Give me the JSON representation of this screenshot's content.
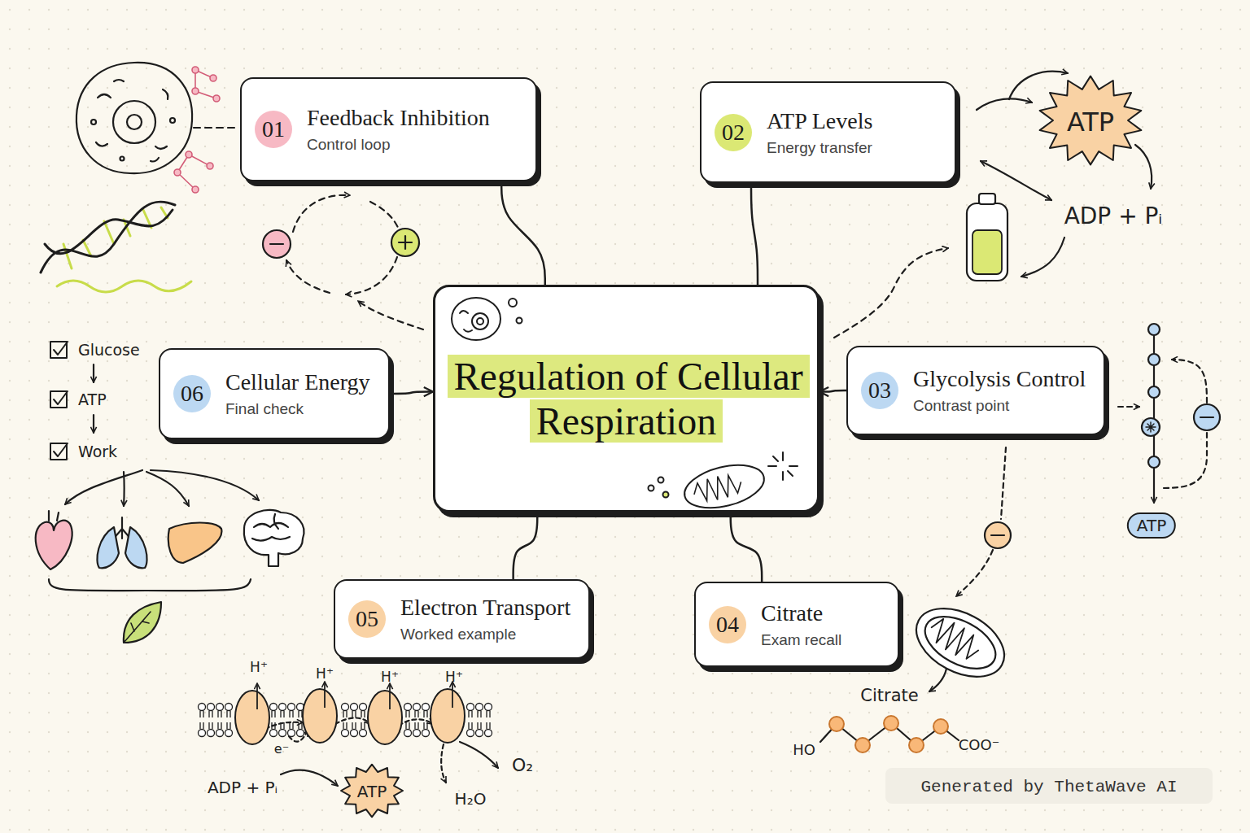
{
  "diagram": {
    "nodes": [
      {
        "text": [
          "01",
          "Feedback Inhibition",
          "Control loop"
        ]
      },
      {
        "text": [
          "02",
          "ATP Levels",
          "Energy transfer"
        ]
      },
      {
        "text": [
          "Regulation of Cellular Respiration"
        ]
      },
      {
        "text": [
          "06",
          "Cellular Energy",
          "Final check"
        ]
      },
      {
        "text": [
          "03",
          "Glycolysis Control",
          "Contrast point"
        ]
      },
      {
        "text": [
          "05",
          "Electron Transport",
          "Worked example"
        ]
      },
      {
        "text": [
          "04",
          "Citrate",
          "Exam recall"
        ]
      }
    ],
    "edges": [
      {
        "from": 0,
        "to": 2,
        "arrow": "none"
      },
      {
        "from": 1,
        "to": 2,
        "arrow": "none"
      },
      {
        "from": 3,
        "to": 2,
        "arrow": "to"
      },
      {
        "from": 4,
        "to": 2,
        "arrow": "to"
      },
      {
        "from": 2,
        "to": 5,
        "arrow": "none"
      },
      {
        "from": 2,
        "to": 6,
        "arrow": "none"
      }
    ],
    "labels": [
      "ATP",
      "ADP + Pᵢ",
      "Glucose",
      "ATP",
      "Work",
      "ATP",
      "Citrate",
      "HO",
      "COO⁻",
      "H⁺",
      "H⁺",
      "H⁺",
      "H⁺",
      "e⁻",
      "ADP + Pᵢ",
      "ATP",
      "O₂",
      "H₂O",
      "Generated by ThetaWave AI"
    ]
  }
}
